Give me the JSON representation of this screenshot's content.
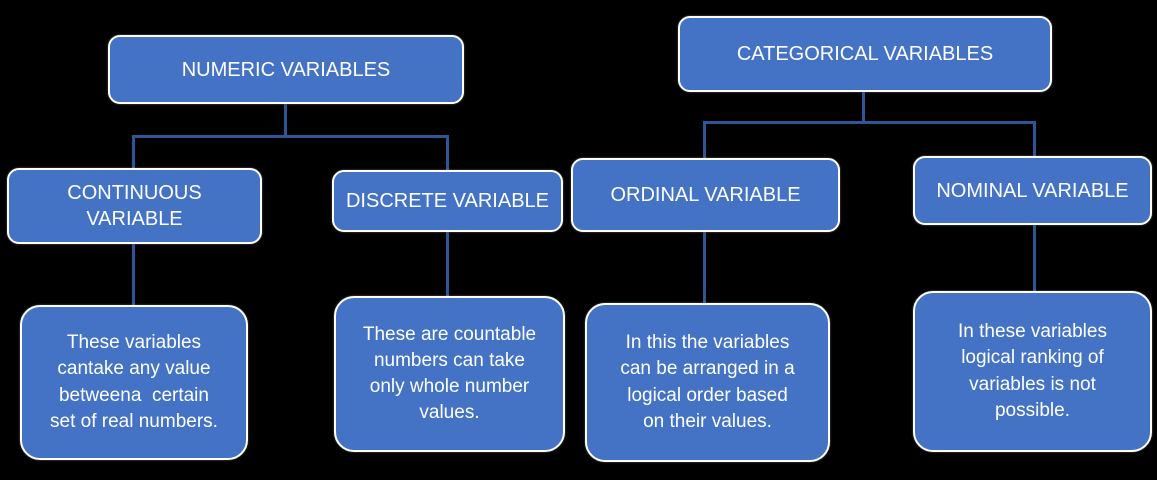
{
  "diagram": {
    "background_color": "#000000",
    "node_fill_color": "#4472C4",
    "node_border_color": "#FFFFFF",
    "connector_color": "#2E5596",
    "text_color": "#FFFFFF",
    "trees": [
      {
        "root": {
          "label": "NUMERIC VARIABLES"
        },
        "children": [
          {
            "label": "CONTINUOUS\nVARIABLE",
            "description": "These variables\ncantake any value\nbetweena  certain\nset of real numbers."
          },
          {
            "label": "DISCRETE VARIABLE",
            "description": "These are countable\nnumbers can take\nonly whole number\nvalues."
          }
        ]
      },
      {
        "root": {
          "label": "CATEGORICAL VARIABLES"
        },
        "children": [
          {
            "label": "ORDINAL VARIABLE",
            "description": "In this the variables\ncan be arranged in a\nlogical order based\non their values."
          },
          {
            "label": "NOMINAL VARIABLE",
            "description": "In these variables\nlogical ranking of\nvariables is not\npossible."
          }
        ]
      }
    ]
  }
}
